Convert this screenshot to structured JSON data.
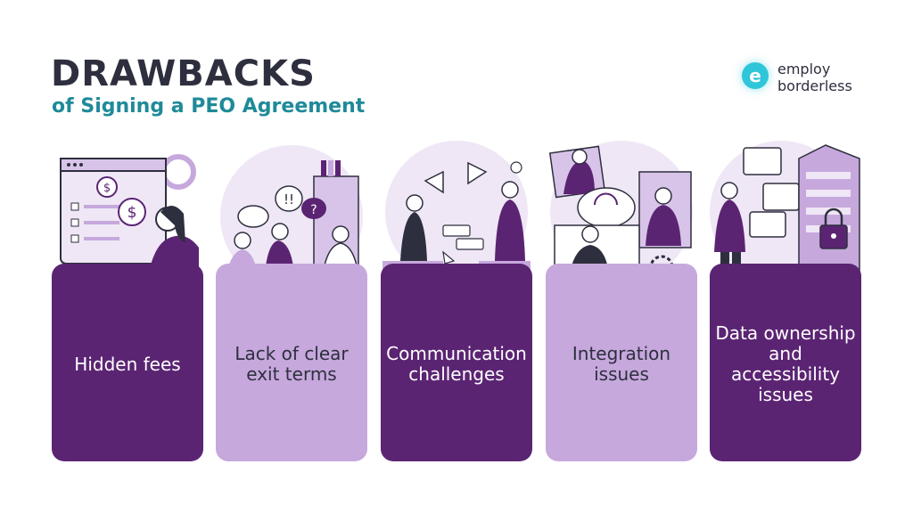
{
  "header": {
    "title": "DRAWBACKS",
    "subtitle": "of Signing a PEO Agreement"
  },
  "brand": {
    "logo_line1": "employ",
    "logo_line2": "borderless",
    "logo_letter": "e"
  },
  "cards": [
    {
      "label": "Hidden fees",
      "theme": "dark",
      "icon": "money-transfer-illustration"
    },
    {
      "label": "Lack of clear exit terms",
      "theme": "light",
      "icon": "meeting-illustration"
    },
    {
      "label": "Communication challenges",
      "theme": "dark",
      "icon": "megaphone-illustration"
    },
    {
      "label": "Integration issues",
      "theme": "light",
      "icon": "video-call-illustration"
    },
    {
      "label": "Data ownership and accessibility issues",
      "theme": "dark",
      "icon": "data-security-illustration"
    }
  ],
  "colors": {
    "dark_purple": "#5b2473",
    "light_purple": "#c6a8dd",
    "title": "#2e2f3e",
    "subtitle": "#1f8a99",
    "brand_accent": "#2fc6d9"
  }
}
